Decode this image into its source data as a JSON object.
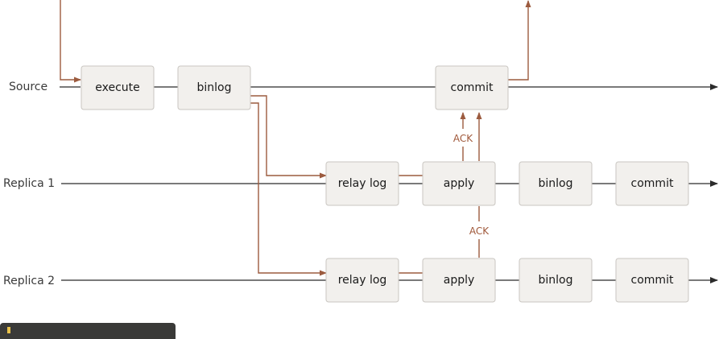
{
  "diagram": {
    "rows": {
      "source": "Source",
      "replica1": "Replica 1",
      "replica2": "Replica 2"
    },
    "source_steps": {
      "execute": "execute",
      "binlog": "binlog",
      "commit": "commit"
    },
    "replica1_steps": {
      "relay_log": "relay log",
      "apply": "apply",
      "binlog": "binlog",
      "commit": "commit"
    },
    "replica2_steps": {
      "relay_log": "relay log",
      "apply": "apply",
      "binlog": "binlog",
      "commit": "commit"
    },
    "ack_label_1": "ACK",
    "ack_label_2": "ACK",
    "colors": {
      "flow": "#9c5b3f",
      "timeline": "#2b2b2b",
      "box_fill": "#f2f0ed",
      "box_stroke": "#c9c6c1"
    }
  }
}
